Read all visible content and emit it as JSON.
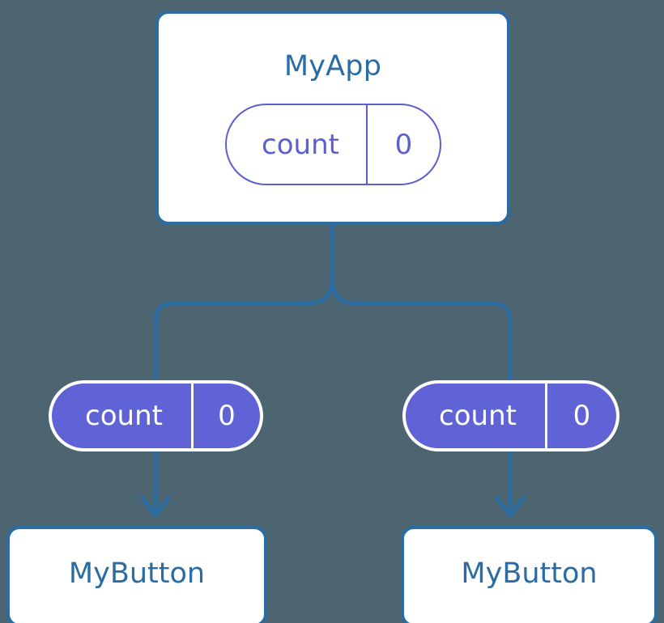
{
  "diagram": {
    "title": "MyApp",
    "background_color": "#4c6570",
    "accent_blue": "#2b6ca3",
    "state_purple": "#5f63d6",
    "root": {
      "component_label": "MyApp",
      "state": {
        "key": "count",
        "value": "0"
      }
    },
    "branches": [
      {
        "state": {
          "key": "count",
          "value": "0"
        },
        "component_label": "MyButton"
      },
      {
        "state": {
          "key": "count",
          "value": "0"
        },
        "component_label": "MyButton"
      }
    ]
  }
}
